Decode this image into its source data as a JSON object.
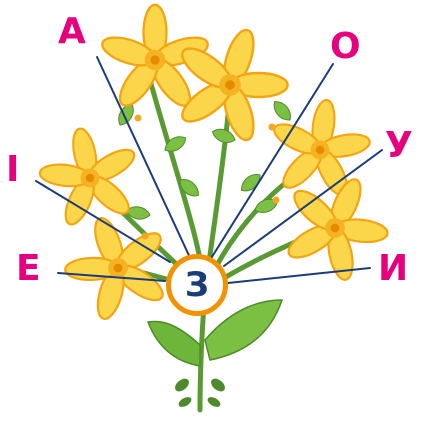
{
  "center": {
    "label": "З"
  },
  "letters": [
    {
      "id": "a",
      "label": "А"
    },
    {
      "id": "o",
      "label": "О"
    },
    {
      "id": "i-ukr",
      "label": "І"
    },
    {
      "id": "u",
      "label": "У"
    },
    {
      "id": "e",
      "label": "Е"
    },
    {
      "id": "y",
      "label": "И"
    }
  ],
  "colors": {
    "letters": "#e6007e",
    "lines": "#1b3c7a",
    "badge_border": "#f39200",
    "petal": "#fcd64a",
    "petal_edge": "#f2a413",
    "stem": "#5a9a33",
    "leaf": "#7cc043"
  }
}
